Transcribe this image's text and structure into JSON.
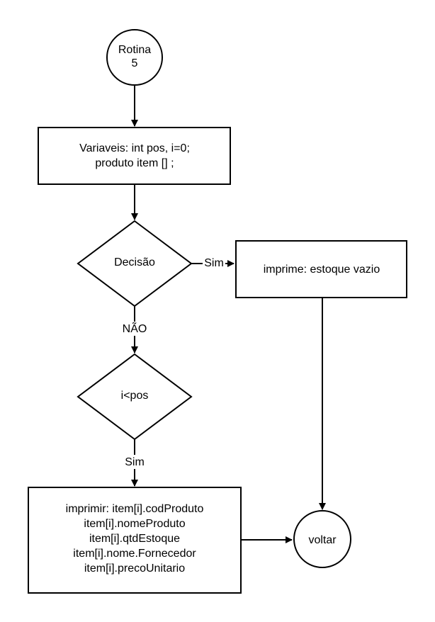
{
  "diagram": {
    "nodes": {
      "start": {
        "lines": [
          "Rotina",
          "5"
        ]
      },
      "vars": {
        "lines": [
          "Variaveis: int pos, i=0;",
          "produto item [] ;"
        ]
      },
      "decision": {
        "lines": [
          "Decisão"
        ]
      },
      "empty": {
        "lines": [
          "imprime: estoque vazio"
        ]
      },
      "loop": {
        "lines": [
          "i<pos"
        ]
      },
      "print": {
        "lines": [
          "imprimir: item[i].codProduto",
          "item[i].nomeProduto",
          "item[i].qtdEstoque",
          "item[i].nome.Fornecedor",
          "item[i].precoUnitario"
        ]
      },
      "end": {
        "lines": [
          "voltar"
        ]
      }
    },
    "edges": {
      "decision_yes": "Sim",
      "decision_no": "NÃO",
      "loop_yes": "Sim"
    }
  }
}
